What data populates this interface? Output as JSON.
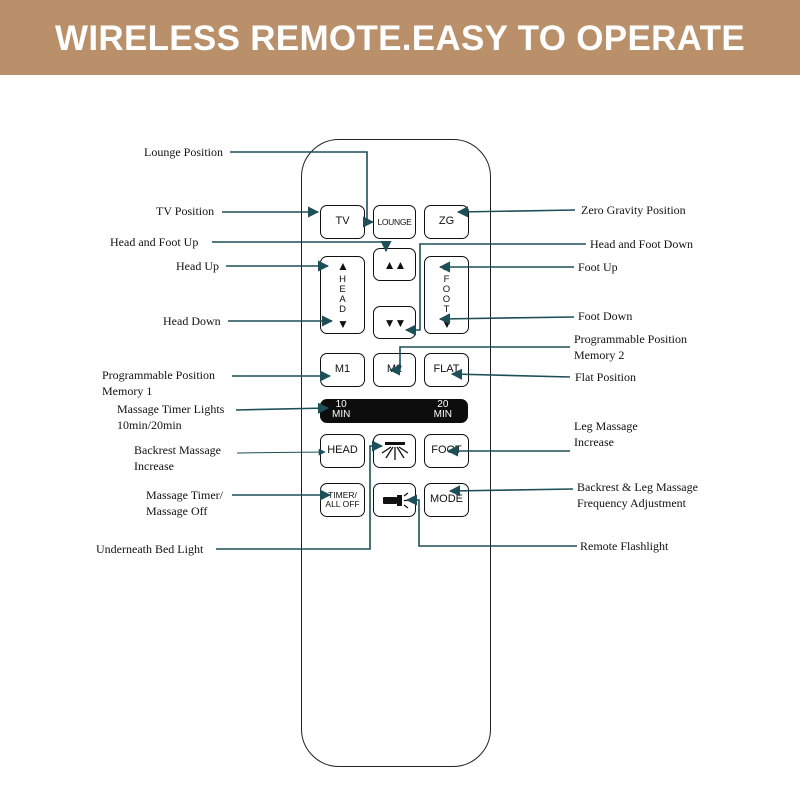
{
  "banner": {
    "title": "WIRELESS REMOTE.EASY TO OPERATE"
  },
  "buttons": {
    "tv": "TV",
    "lounge": "LOUNGE",
    "zg": "ZG",
    "head_foot_up": "▲▲",
    "head_foot_down": "▼▼",
    "head_word": [
      "H",
      "E",
      "A",
      "D"
    ],
    "foot_word": [
      "F",
      "O",
      "O",
      "T"
    ],
    "up_arrow": "▲",
    "down_arrow": "▼",
    "m1": "M1",
    "m2": "M2",
    "flat": "FLAT",
    "head": "HEAD",
    "foot": "FOOT",
    "timer": "TIMER/\nALL OFF",
    "mode": "MODE"
  },
  "timer_bar": {
    "left": "10\nMIN",
    "right": "20\nMIN"
  },
  "callouts": {
    "lounge_position": "Lounge Position",
    "tv_position": "TV Position",
    "head_and_foot_up": "Head and Foot Up",
    "head_up": "Head Up",
    "head_down": "Head Down",
    "programmable_memory_1": "Programmable Position Memory 1",
    "massage_timer_lights": "Massage Timer Lights 10min/20min",
    "backrest_massage_increase": "Backrest Massage Increase",
    "massage_timer_off": "Massage Timer/ Massage Off",
    "underneath_bed_light": "Underneath Bed Light",
    "zero_gravity_position": "Zero Gravity Position",
    "head_and_foot_down": "Head and Foot Down",
    "foot_up": "Foot Up",
    "foot_down": "Foot Down",
    "programmable_memory_2": "Programmable Position Memory 2",
    "flat_position": "Flat Position",
    "leg_massage_increase": "Leg Massage Increase",
    "frequency_adjustment": "Backrest & Leg Massage Frequency Adjustment",
    "remote_flashlight": "Remote Flashlight"
  },
  "colors": {
    "banner": "#b9906a",
    "leader": "#1d4f57",
    "outline": "#111111"
  },
  "icons": {
    "bed_light": "bed-light-icon",
    "flashlight": "flashlight-icon",
    "arrowhead": "arrowhead-icon"
  }
}
